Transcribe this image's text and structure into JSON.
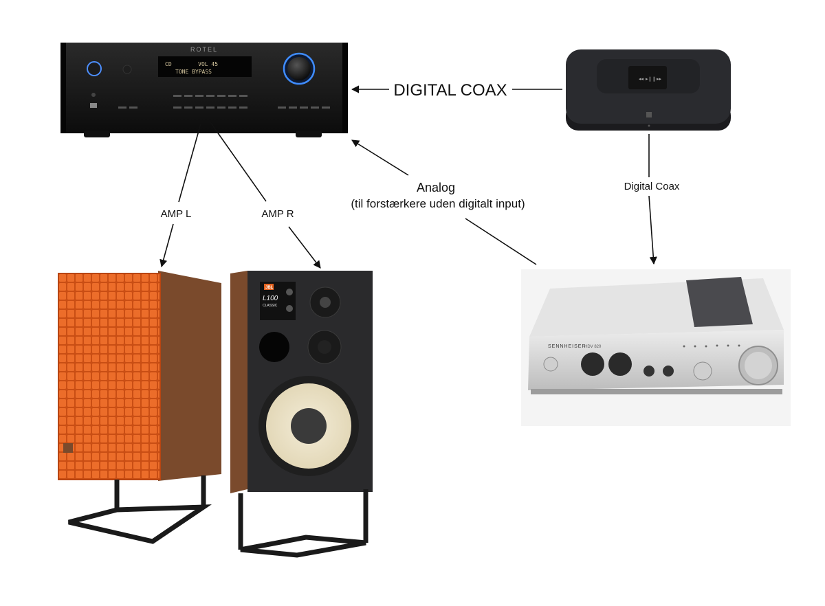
{
  "devices": {
    "amplifier": {
      "brand": "ROTEL",
      "display_line1": "CD        VOL 45",
      "display_line2": "TONE BYPASS"
    },
    "streamer": {
      "logo": "bluesound-logo"
    },
    "headphone_amp": {
      "brand": "SENNHEISER",
      "model": "HDV 820"
    },
    "speaker_right": {
      "brand": "JBL",
      "model_line1": "L100",
      "model_line2": "CLASSIC"
    }
  },
  "connections": {
    "digital_coax_top": "DIGITAL COAX",
    "digital_coax_side": "Digital Coax",
    "analog_line1": "Analog",
    "analog_line2": "(til forstærkere uden digitalt input)",
    "amp_left": "AMP L",
    "amp_right": "AMP R"
  },
  "colors": {
    "arrow": "#111111",
    "grille_orange": "#e2621f",
    "walnut": "#7a4a2c",
    "amp_black": "#141414",
    "display_amber": "#d8c9a0",
    "knob_ring_blue": "#3f8cff",
    "silver": "#d9d9d9"
  }
}
